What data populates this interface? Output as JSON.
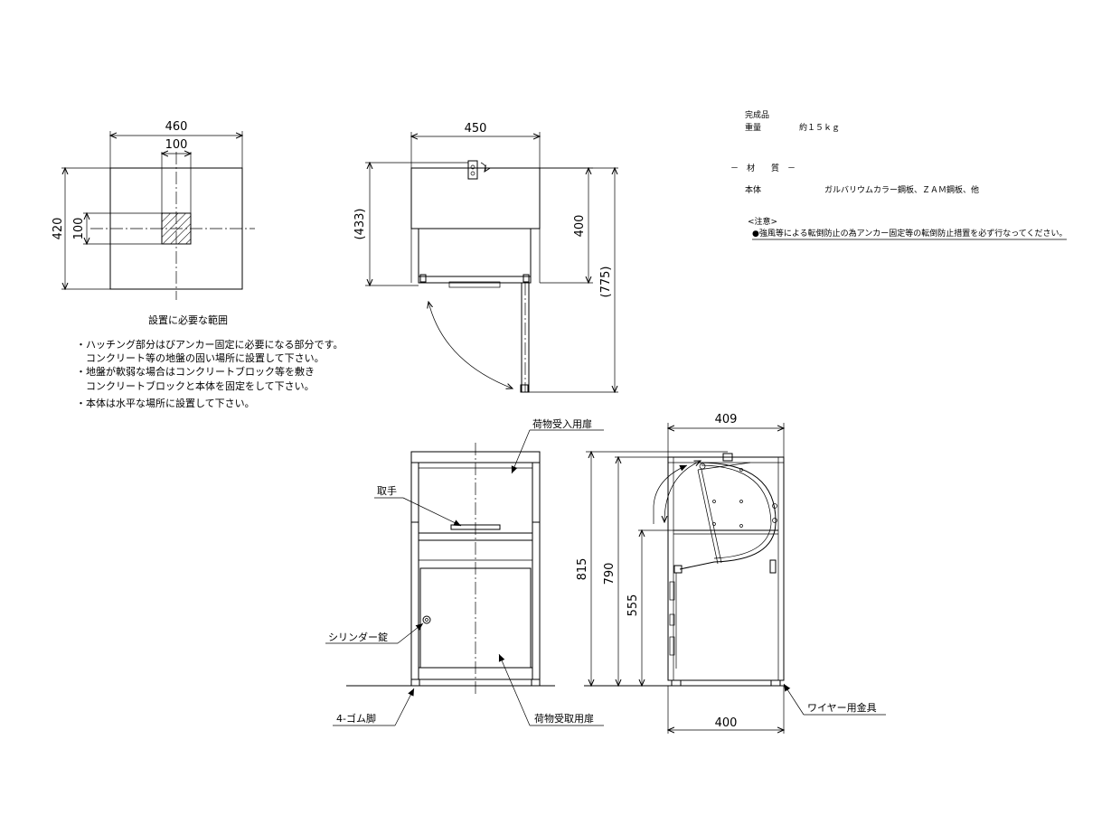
{
  "top_view": {
    "dim_width": "460",
    "dim_hatch_width": "100",
    "dim_depth_partial": "420",
    "dim_hatch_depth": "100",
    "caption": "設置に必要な範囲",
    "notes": [
      "・ハッチング部分はびアンカー固定に必要になる部分です。",
      "　コンクリート等の地盤の固い場所に設置して下さい。",
      "・地盤が軟弱な場合はコンクリートブロック等を敷き",
      "　コンクリートブロックと本体を固定をして下さい。",
      "・本体は水平な場所に設置して下さい。"
    ]
  },
  "plan_view": {
    "dim_width": "450",
    "dim_433": "(433)",
    "dim_400": "400",
    "dim_775": "(775)"
  },
  "spec": {
    "product_label": "完成品",
    "weight_label": "重量",
    "weight_value": "約１５ｋｇ",
    "material_header": "－　材　　質　－",
    "body_label": "本体",
    "body_value": "ガルバリウムカラー鋼板、ＺＡＭ鋼板、他",
    "caution_title": "<注意>",
    "caution_text": "●強風等による転倒防止の為アンカー固定等の転倒防止措置を必ず行なってください。"
  },
  "front_view": {
    "label_upper_door": "荷物受入用扉",
    "label_handle": "取手",
    "label_lock": "シリンダー錠",
    "label_feet": "4-ゴム脚",
    "label_lower_door": "荷物受取用扉"
  },
  "side_view": {
    "dim_409": "409",
    "dim_815": "815",
    "dim_790": "790",
    "dim_555": "555",
    "dim_400": "400",
    "label_wire": "ワイヤー用金具"
  }
}
